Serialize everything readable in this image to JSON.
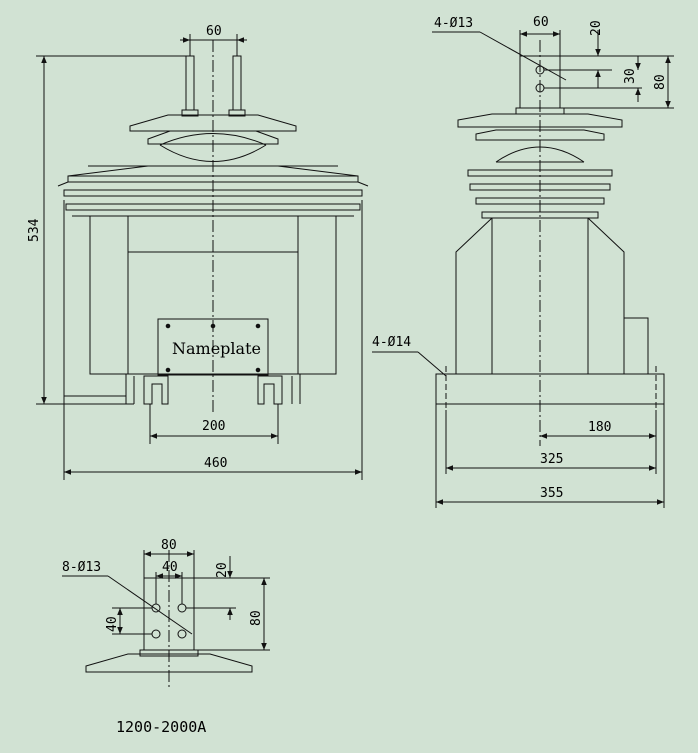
{
  "colors": {
    "background": "#d1e2d3",
    "line": "#111111"
  },
  "front_view": {
    "dim_terminal_spacing": "60",
    "dim_height": "534",
    "dim_mount_spacing": "200",
    "dim_width": "460",
    "nameplate_label": "Nameplate"
  },
  "side_view": {
    "hole_callout": "4-Ø13",
    "dim_terminal_width": "60",
    "dim_top": "20",
    "dim_hole_spacing": "30",
    "dim_terminal_height": "80",
    "mount_hole_callout": "4-Ø14",
    "dim_half_base": "180",
    "dim_base_holes": "325",
    "dim_base_width": "355"
  },
  "terminal_detail": {
    "hole_callout": "8-Ø13",
    "dim_width": "80",
    "dim_hole_spacing_h": "40",
    "dim_top": "20",
    "dim_hole_spacing_v": "40",
    "dim_height": "80"
  },
  "caption": "1200-2000A"
}
